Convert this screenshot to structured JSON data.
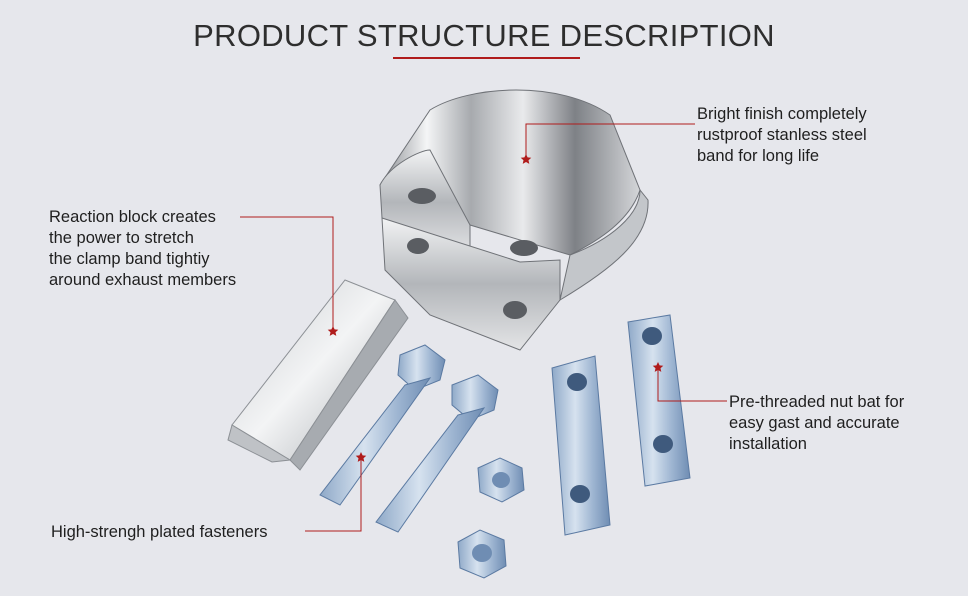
{
  "title": "PRODUCT STRUCTURE DESCRIPTION",
  "callouts": {
    "steel_band": [
      "Bright finish completely",
      "rustproof stanless steel",
      "band for long life"
    ],
    "reaction_block": [
      "Reaction block creates",
      "the power to stretch",
      "the clamp band tightiy",
      "around exhaust members"
    ],
    "nut_bar": [
      "Pre-threaded nut bat for",
      "easy gast and accurate",
      "installation"
    ],
    "fasteners": [
      "High-strengh plated fasteners"
    ]
  },
  "colors": {
    "accent": "#b01c1c",
    "background": "#e6e7ec",
    "text": "#1f1f1f"
  },
  "icons": {
    "marker": "star-marker-icon"
  }
}
